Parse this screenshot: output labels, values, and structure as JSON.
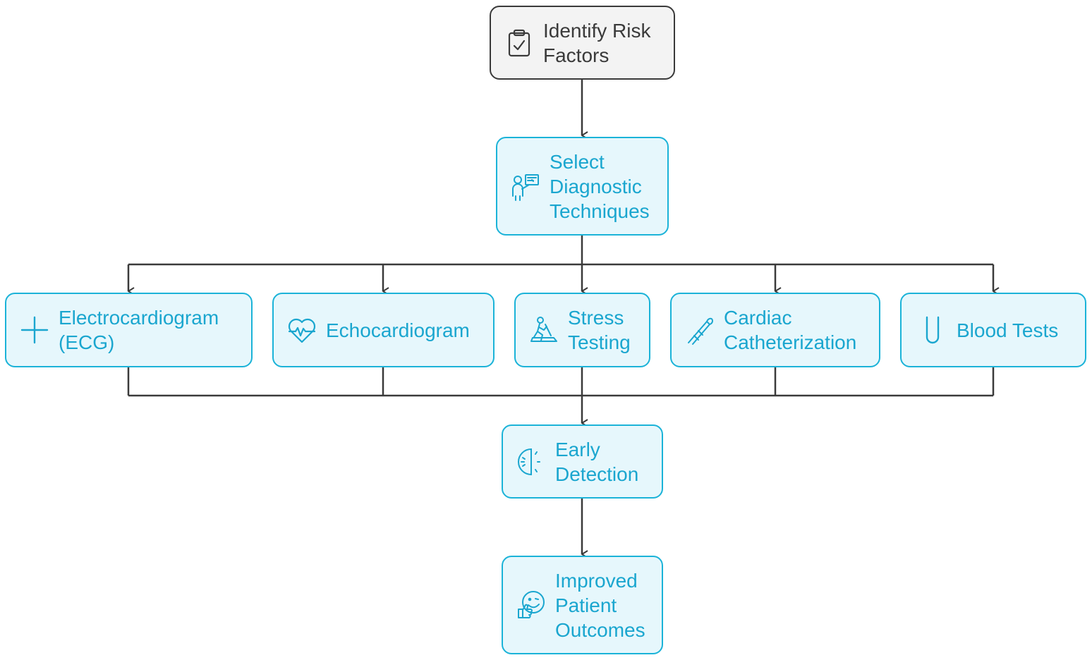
{
  "colors": {
    "accent": "#1bb3d8",
    "accent_text": "#1aa6cf",
    "accent_fill": "#e6f7fc",
    "root_border": "#3a3a3a",
    "root_fill": "#f3f3f3",
    "connector": "#3a3a3a"
  },
  "nodes": {
    "identify": {
      "label": "Identify Risk\nFactors",
      "icon": "clipboard-check-icon"
    },
    "select": {
      "label": "Select\nDiagnostic\nTechniques",
      "icon": "doctor-presentation-icon"
    },
    "ecg": {
      "label": "Electrocardiogram\n(ECG)",
      "icon": "plus-icon"
    },
    "echo": {
      "label": "Echocardiogram",
      "icon": "heart-pulse-icon"
    },
    "stress": {
      "label": "Stress\nTesting",
      "icon": "treadmill-icon"
    },
    "cath": {
      "label": "Cardiac\nCatheterization",
      "icon": "catheter-icon"
    },
    "blood": {
      "label": "Blood Tests",
      "icon": "test-tube-icon"
    },
    "early": {
      "label": "Early\nDetection",
      "icon": "half-gauge-icon"
    },
    "outcomes": {
      "label": "Improved\nPatient\nOutcomes",
      "icon": "smiley-thumbs-up-icon"
    }
  }
}
